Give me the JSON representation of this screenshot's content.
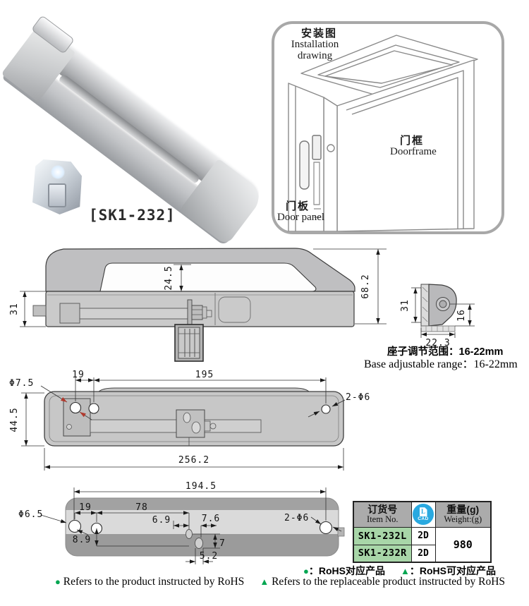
{
  "page": {
    "model_label": "[SK1-232]"
  },
  "installation": {
    "title_zh": "安装图",
    "title_en": "Installation drawing",
    "doorframe_zh": "门框",
    "doorframe_en": "Doorframe",
    "doorpanel_zh": "门板",
    "doorpanel_en": "Door panel"
  },
  "views": {
    "side": {
      "opening_height": "24.5",
      "base_height": "31",
      "overall_height": "68.2"
    },
    "keeper": {
      "height": "31",
      "depth": "16",
      "width": "22.3",
      "note_zh": "座子调节范围：16-22mm",
      "note_en": "Base adjustable range：16-22mm"
    },
    "back": {
      "hole_pitch": "19",
      "length_mid": "195",
      "hole_dia": "Φ7.5",
      "height": "44.5",
      "total_length": "256.2",
      "side_holes": "2-Φ6"
    },
    "plate": {
      "total": "194.5",
      "pitch_19": "19",
      "length_78": "78",
      "offset_6_9": "6.9",
      "offset_7_6": "7.6",
      "hole_dia": "Φ6.5",
      "offset_8_9": "8.9",
      "slot_h": "7",
      "slot_w": "5.2",
      "side_holes": "2-Φ6"
    }
  },
  "table": {
    "header_item_zh": "订货号",
    "header_item_en": "Item No.",
    "cad_label": "CAD",
    "header_weight_zh": "重量(g)",
    "header_weight_en": "Weight:(g)",
    "rows": [
      {
        "item": "SK1-232L",
        "cad": "2D"
      },
      {
        "item": "SK1-232R",
        "cad": "2D"
      }
    ],
    "weight": "980"
  },
  "legend": {
    "sym_circle": "●",
    "sym_triangle": "▲",
    "zh_circle": "：RoHS对应产品",
    "zh_triangle": "：RoHS可对应产品",
    "en_circle": "Refers to the product instructed by RoHS",
    "en_triangle": "Refers to the replaceable product instructed by RoHS"
  },
  "colors": {
    "item_green": "#a8d6a8",
    "header_gray": "#ababab",
    "cad_blue": "#29a9e0",
    "legend_green": "#00a651",
    "drawing_gray": "#c8c8c9"
  }
}
